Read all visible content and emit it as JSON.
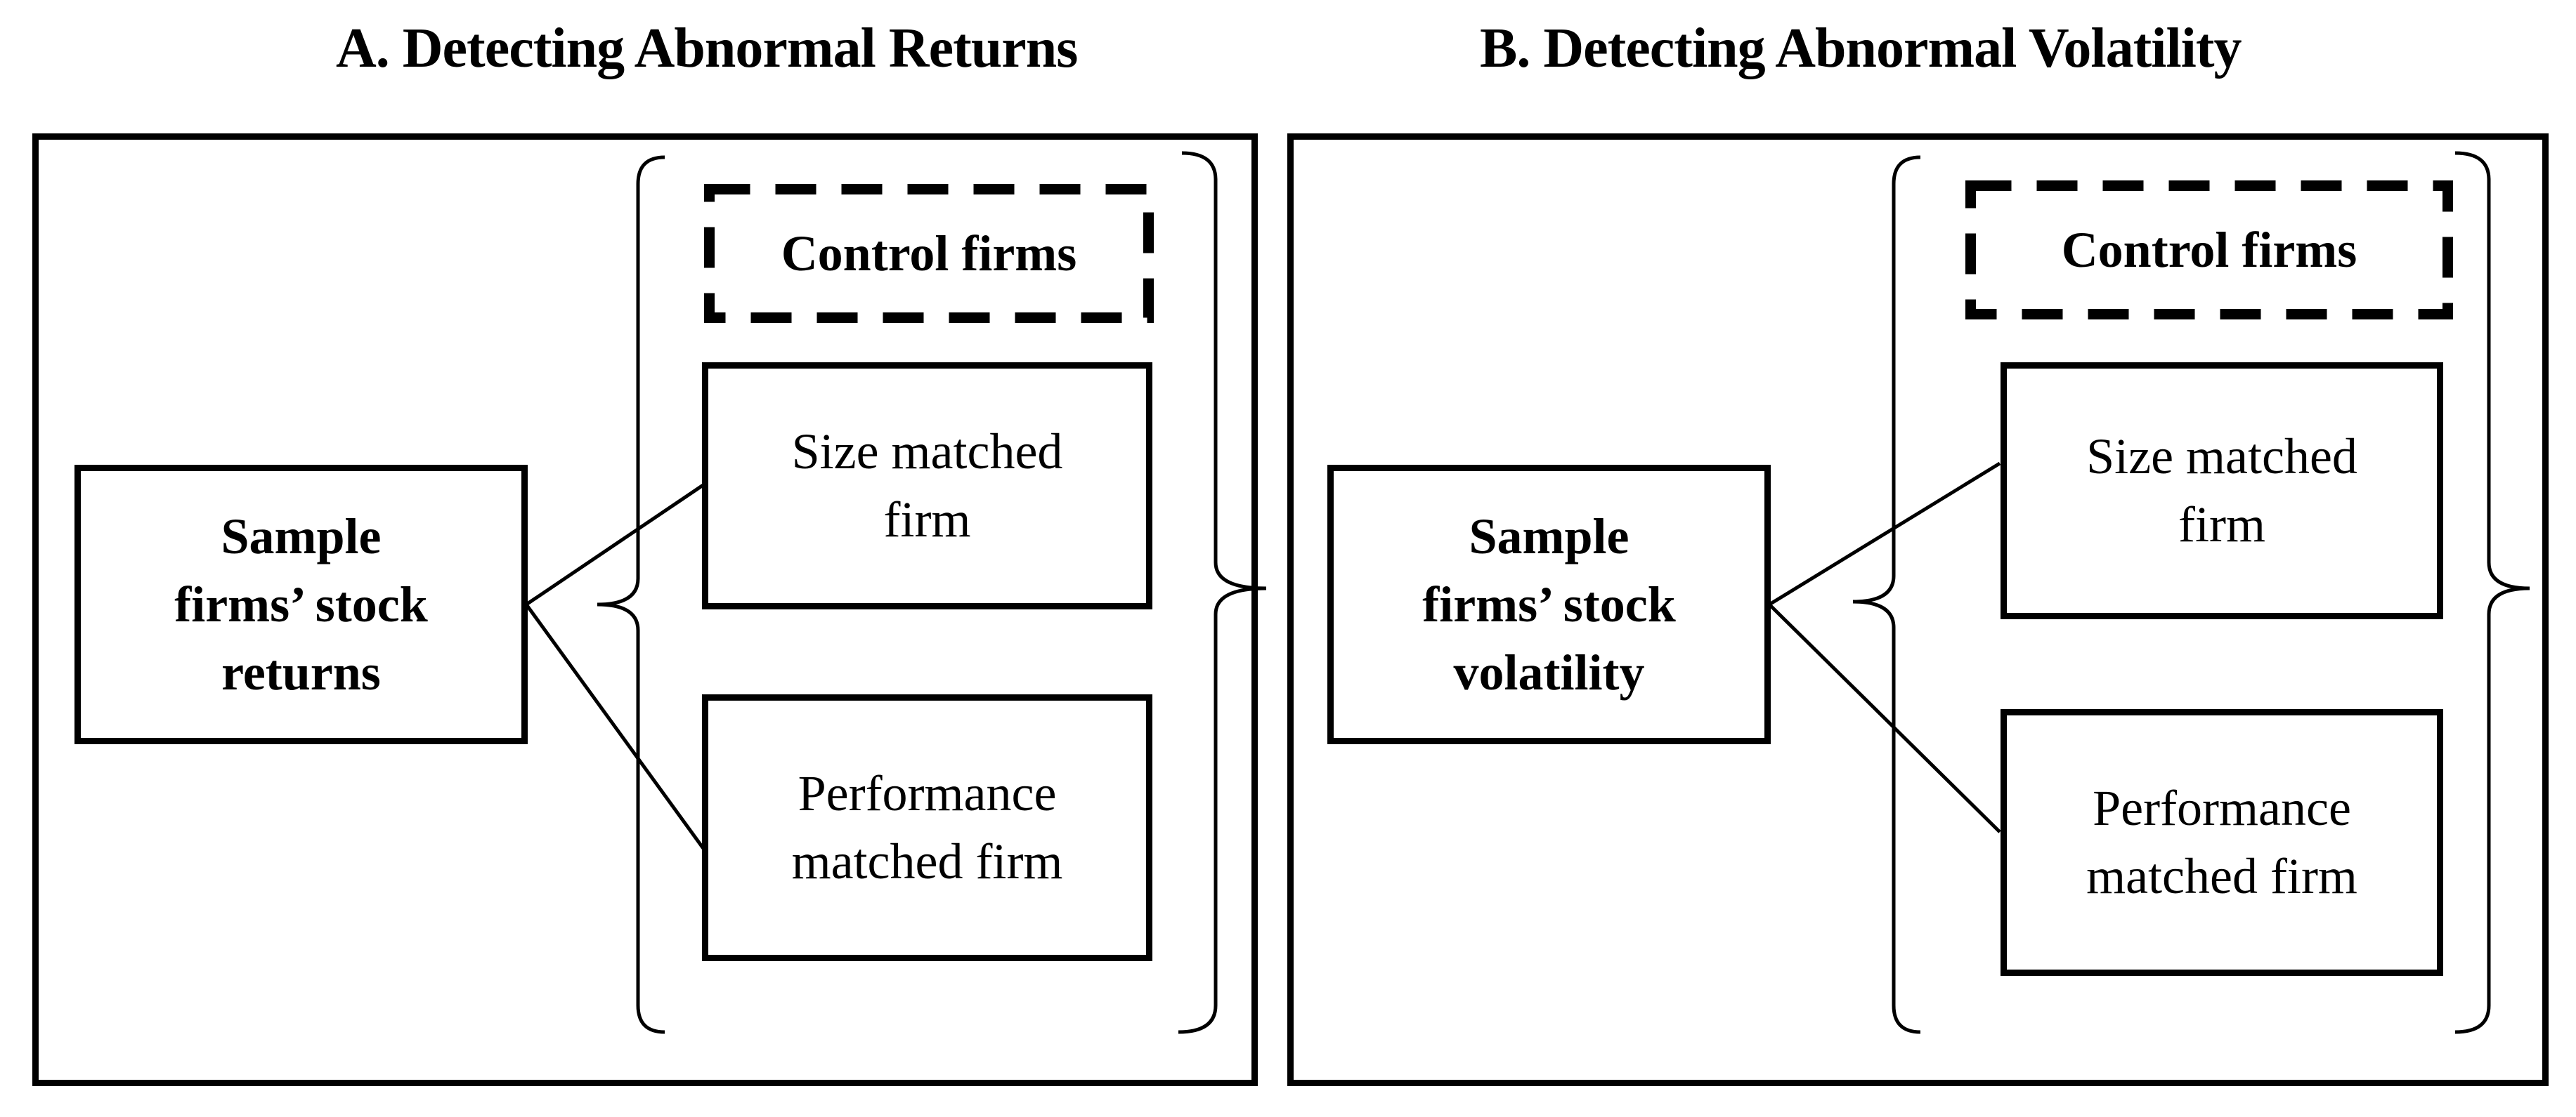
{
  "colors": {
    "ink": "#000000",
    "paper": "#ffffff"
  },
  "panels": [
    {
      "title": "A. Detecting Abnormal Returns",
      "sample_lines": [
        "Sample",
        "firms’ stock",
        "returns"
      ],
      "control_group_label": "Control firms",
      "size_box_lines": [
        "Size matched",
        "firm"
      ],
      "performance_box_lines": [
        "Performance",
        "matched firm"
      ]
    },
    {
      "title": "B. Detecting Abnormal Volatility",
      "sample_lines": [
        "Sample",
        "firms’ stock",
        "volatility"
      ],
      "control_group_label": "Control firms",
      "size_box_lines": [
        "Size matched",
        "firm"
      ],
      "performance_box_lines": [
        "Performance",
        "matched firm"
      ]
    }
  ]
}
